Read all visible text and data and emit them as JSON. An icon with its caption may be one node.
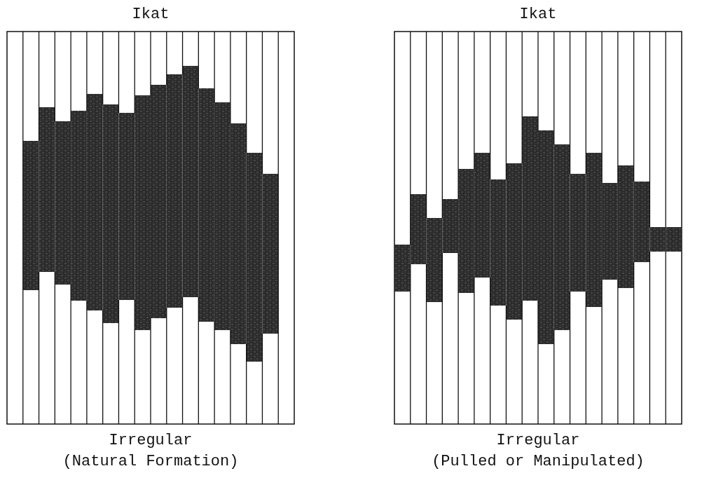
{
  "diagram": {
    "nodes": [
      {
        "text": [
          "Ikat",
          "Irregular (Natural Formation)"
        ]
      },
      {
        "text": [
          "Ikat",
          "Irregular (Pulled or Manipulated)"
        ]
      }
    ]
  }
}
